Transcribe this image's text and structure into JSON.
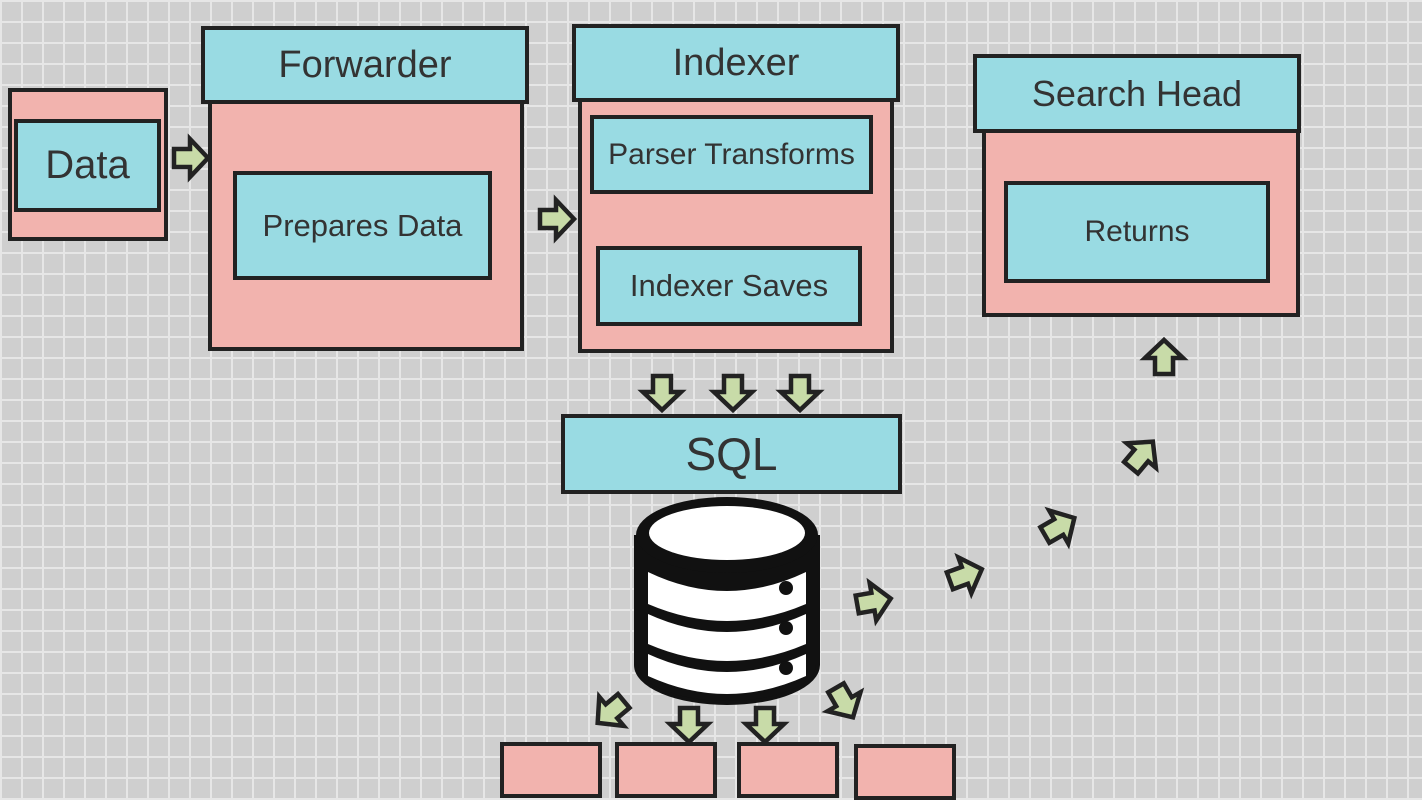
{
  "nodes": {
    "data": "Data",
    "forwarder": {
      "title": "Forwarder",
      "inner": "Prepares Data"
    },
    "indexer": {
      "title": "Indexer",
      "parser": "Parser Transforms",
      "saves": "Indexer Saves"
    },
    "search_head": {
      "title": "Search Head",
      "inner": "Returns"
    },
    "sql": "SQL"
  },
  "icons": {
    "database": "database-icon",
    "arrow": "arrow-icon"
  },
  "colors": {
    "pink": "#f2b3ae",
    "cyan": "#99dbe3",
    "arrow": "#c8dba8",
    "outline": "#222222"
  }
}
